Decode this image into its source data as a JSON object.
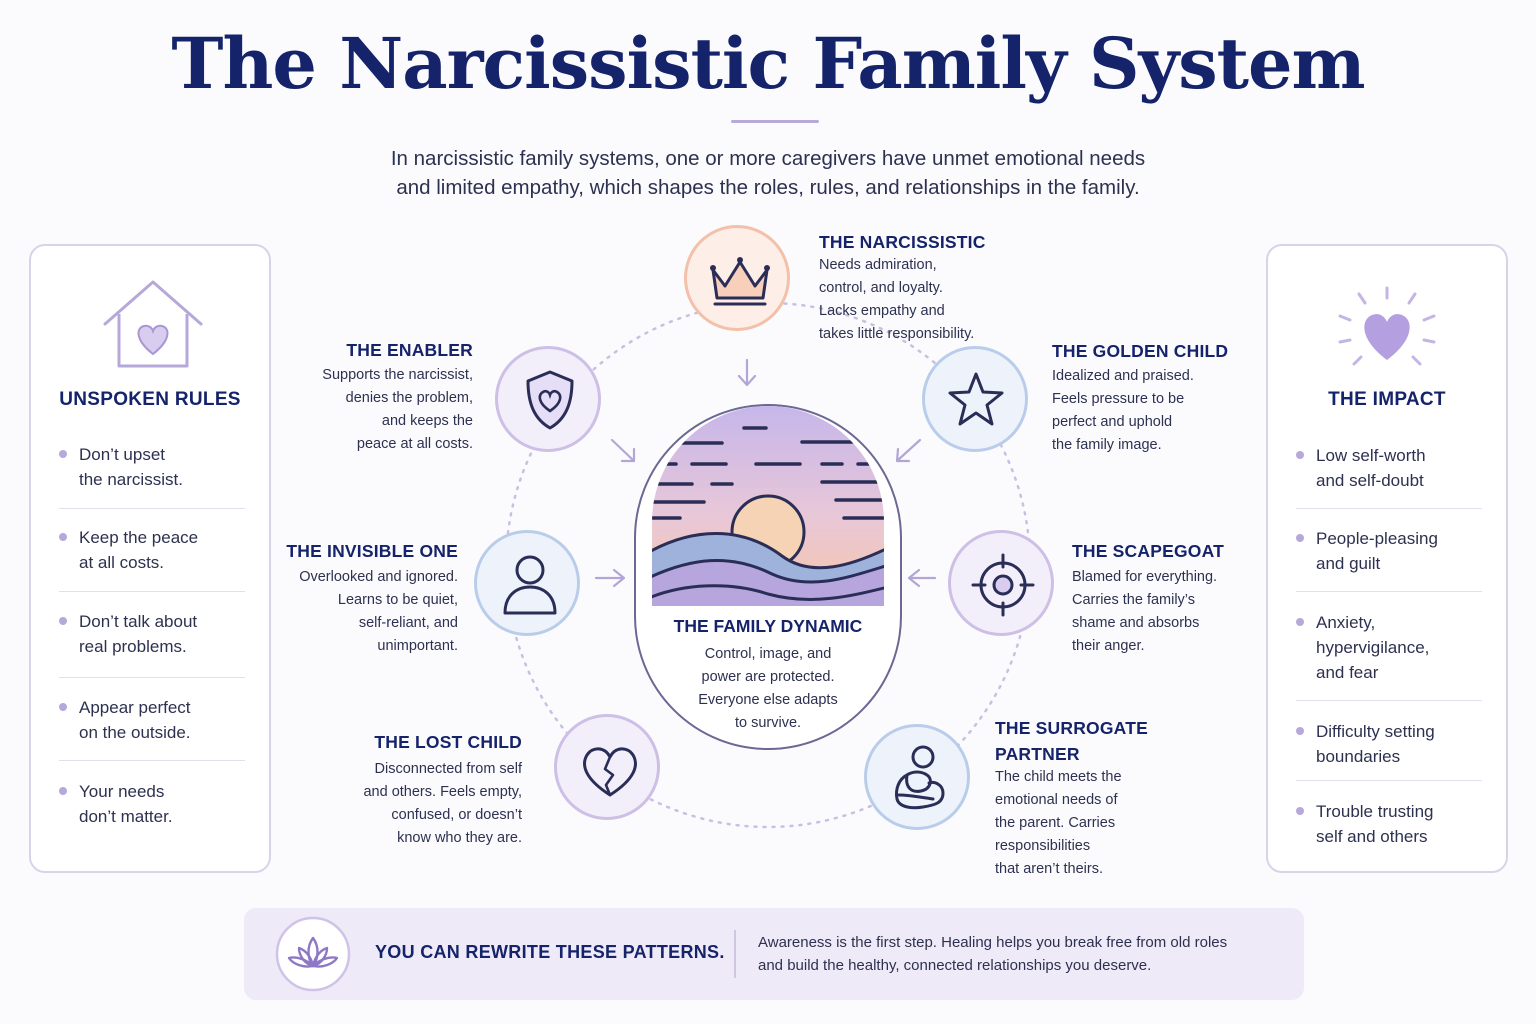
{
  "title": "The Narcissistic Family System",
  "subtitle_line1": "In narcissistic family systems, one or more caregivers have unmet emotional needs",
  "subtitle_line2": "and limited empathy, which shapes the roles, rules, and relationships in the family.",
  "unspoken_rules": {
    "heading": "UNSPOKEN RULES",
    "icon": "house-heart-icon",
    "items": [
      {
        "line1": "Don’t upset",
        "line2": "the narcissist."
      },
      {
        "line1": "Keep the peace",
        "line2": "at all costs."
      },
      {
        "line1": "Don’t talk about",
        "line2": "real problems."
      },
      {
        "line1": "Appear perfect",
        "line2": "on the outside."
      },
      {
        "line1": "Your needs",
        "line2": "don’t matter."
      }
    ]
  },
  "impact": {
    "heading": "THE IMPACT",
    "icon": "radiant-heart-icon",
    "items": [
      {
        "line1": "Low self-worth",
        "line2": "and self-doubt",
        "line3": ""
      },
      {
        "line1": "People-pleasing",
        "line2": "and guilt",
        "line3": ""
      },
      {
        "line1": "Anxiety,",
        "line2": "hypervigilance,",
        "line3": "and fear"
      },
      {
        "line1": "Difficulty setting",
        "line2": "boundaries",
        "line3": ""
      },
      {
        "line1": "Trouble trusting",
        "line2": "self and others",
        "line3": ""
      }
    ]
  },
  "roles": {
    "narcissistic": {
      "title": "THE NARCISSISTIC",
      "icon": "crown-icon",
      "lines": [
        "Needs admiration,",
        "control, and loyalty.",
        "Lacks empathy and",
        "takes little responsibility."
      ]
    },
    "enabler": {
      "title": "THE ENABLER",
      "icon": "shield-heart-icon",
      "lines": [
        "Supports the narcissist,",
        "denies the problem,",
        "and keeps the",
        "peace at all costs."
      ]
    },
    "golden_child": {
      "title": "THE GOLDEN CHILD",
      "icon": "star-icon",
      "lines": [
        "Idealized and praised.",
        "Feels pressure to be",
        "perfect and uphold",
        "the family image."
      ]
    },
    "invisible_one": {
      "title": "THE INVISIBLE ONE",
      "icon": "person-outline-icon",
      "lines": [
        "Overlooked and ignored.",
        "Learns to be quiet,",
        "self-reliant, and",
        "unimportant."
      ]
    },
    "scapegoat": {
      "title": "THE SCAPEGOAT",
      "icon": "target-icon",
      "lines": [
        "Blamed for everything.",
        "Carries the family’s",
        "shame and absorbs",
        "their anger."
      ]
    },
    "lost_child": {
      "title": "THE LOST CHILD",
      "icon": "broken-heart-icon",
      "lines": [
        "Disconnected from self",
        "and others. Feels empty,",
        "confused, or doesn’t",
        "know who they are."
      ]
    },
    "surrogate_partner": {
      "title_line1": "THE SURROGATE",
      "title_line2": "PARTNER",
      "icon": "hugging-child-icon",
      "lines": [
        "The child meets the",
        "emotional needs of",
        "the parent. Carries",
        "responsibilities",
        "that aren’t theirs."
      ]
    }
  },
  "center": {
    "title": "THE FAMILY DYNAMIC",
    "lines": [
      "Control, image, and",
      "power are protected.",
      "Everyone else adapts",
      "to survive."
    ],
    "illustration": "sunset-hills-illustration"
  },
  "footer": {
    "icon": "lotus-icon",
    "cta": "YOU CAN REWRITE THESE PATTERNS.",
    "desc_line1": "Awareness is the first step. Healing helps you break free from old roles",
    "desc_line2": "and build the healthy, connected relationships you deserve."
  },
  "colors": {
    "navy": "#15236b",
    "lavender": "#b7a8da",
    "peach": "#f3b9a0",
    "blue": "#a9c2e6",
    "text": "#2d3150"
  }
}
